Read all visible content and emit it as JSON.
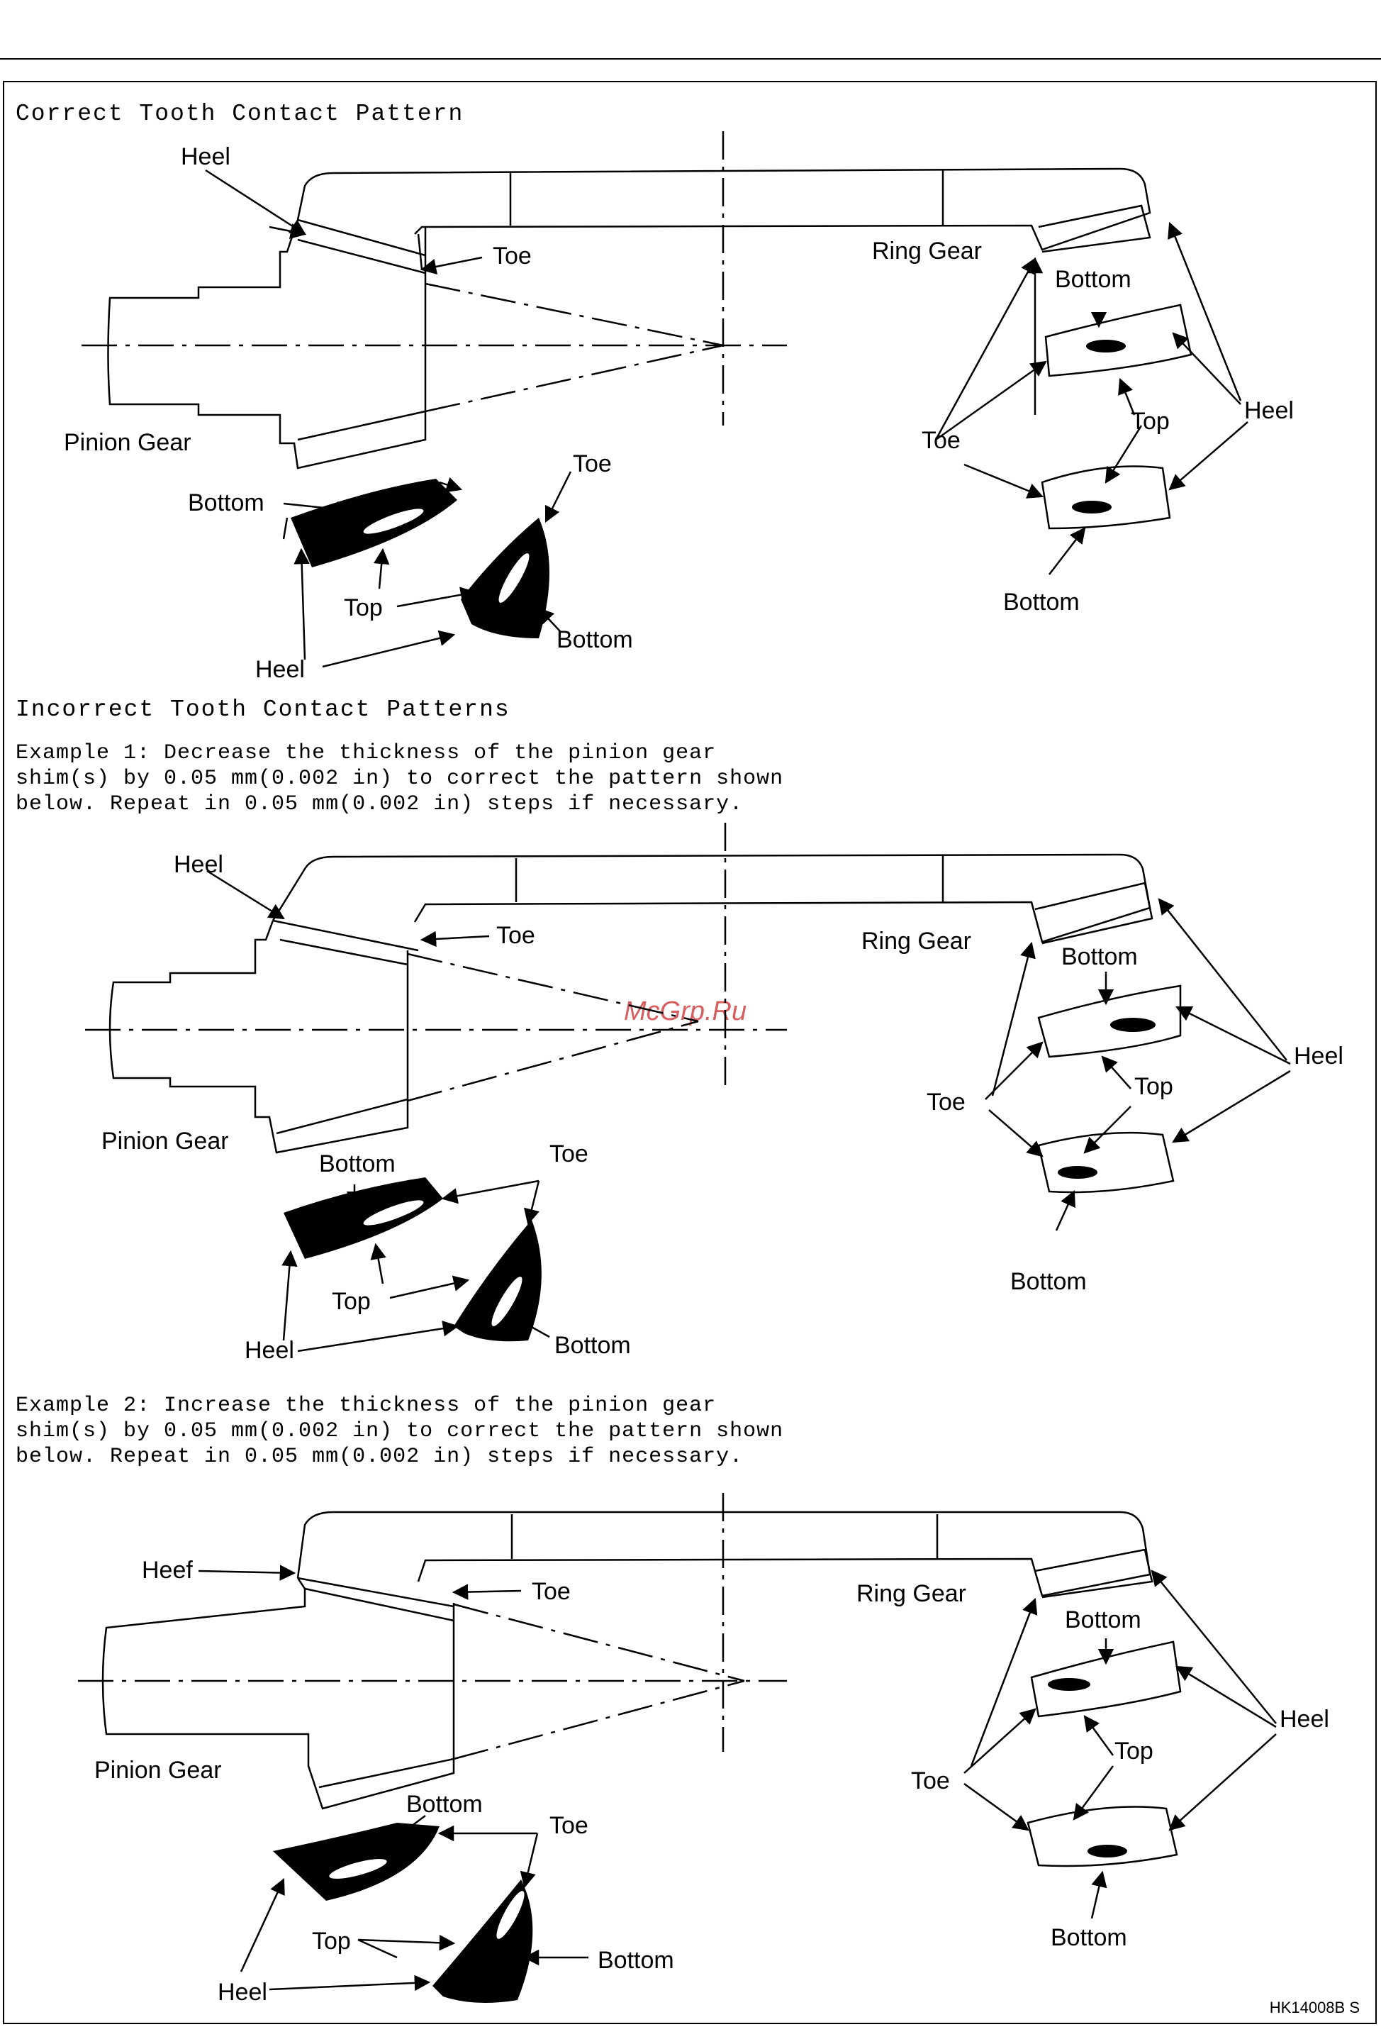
{
  "sections": {
    "correct_heading": "Correct Tooth Contact Pattern",
    "incorrect_heading": "Incorrect Tooth Contact Patterns",
    "example1": "Example 1: Decrease the thickness of the pinion gear\nshim(s) by 0.05 mm(0.002 in) to correct the pattern shown\nbelow. Repeat in 0.05 mm(0.002 in) steps if necessary.",
    "example2": "Example 2: Increase the thickness of the pinion gear\nshim(s) by 0.05 mm(0.002 in) to correct the pattern shown\nbelow. Repeat in 0.05 mm(0.002 in) steps if necessary."
  },
  "diagram1": {
    "heel": "Heel",
    "toe": "Toe",
    "ring_gear": "Ring Gear",
    "pinion_gear": "Pinion Gear",
    "bottom_a": "Bottom",
    "top_a": "Top",
    "heel_b": "Heel",
    "toe_b": "Toe",
    "bottom_b": "Bottom",
    "r_bottom": "Bottom",
    "r_toe": "Toe",
    "r_top": "Top",
    "r_heel": "Heel",
    "r_bottom2": "Bottom"
  },
  "diagram2": {
    "heel": "Heel",
    "toe": "Toe",
    "ring_gear": "Ring Gear",
    "pinion_gear": "Pinion Gear",
    "bottom_a": "Bottom",
    "top_a": "Top",
    "heel_b": "Heel",
    "toe_b": "Toe",
    "bottom_b": "Bottom",
    "r_bottom": "Bottom",
    "r_toe": "Toe",
    "r_top": "Top",
    "r_heel": "Heel",
    "r_bottom2": "Bottom"
  },
  "diagram3": {
    "heel": "Heef",
    "toe": "Toe",
    "ring_gear": "Ring Gear",
    "pinion_gear": "Pinion Gear",
    "bottom_a": "Bottom",
    "top_a": "Top",
    "heel_b": "Heel",
    "toe_b": "Toe",
    "bottom_b": "Bottom",
    "r_bottom": "Bottom",
    "r_toe": "Toe",
    "r_top": "Top",
    "r_heel": "Heel",
    "r_bottom2": "Bottom"
  },
  "watermark": "McGrp.Ru",
  "figure_code": "HK14008B  S"
}
